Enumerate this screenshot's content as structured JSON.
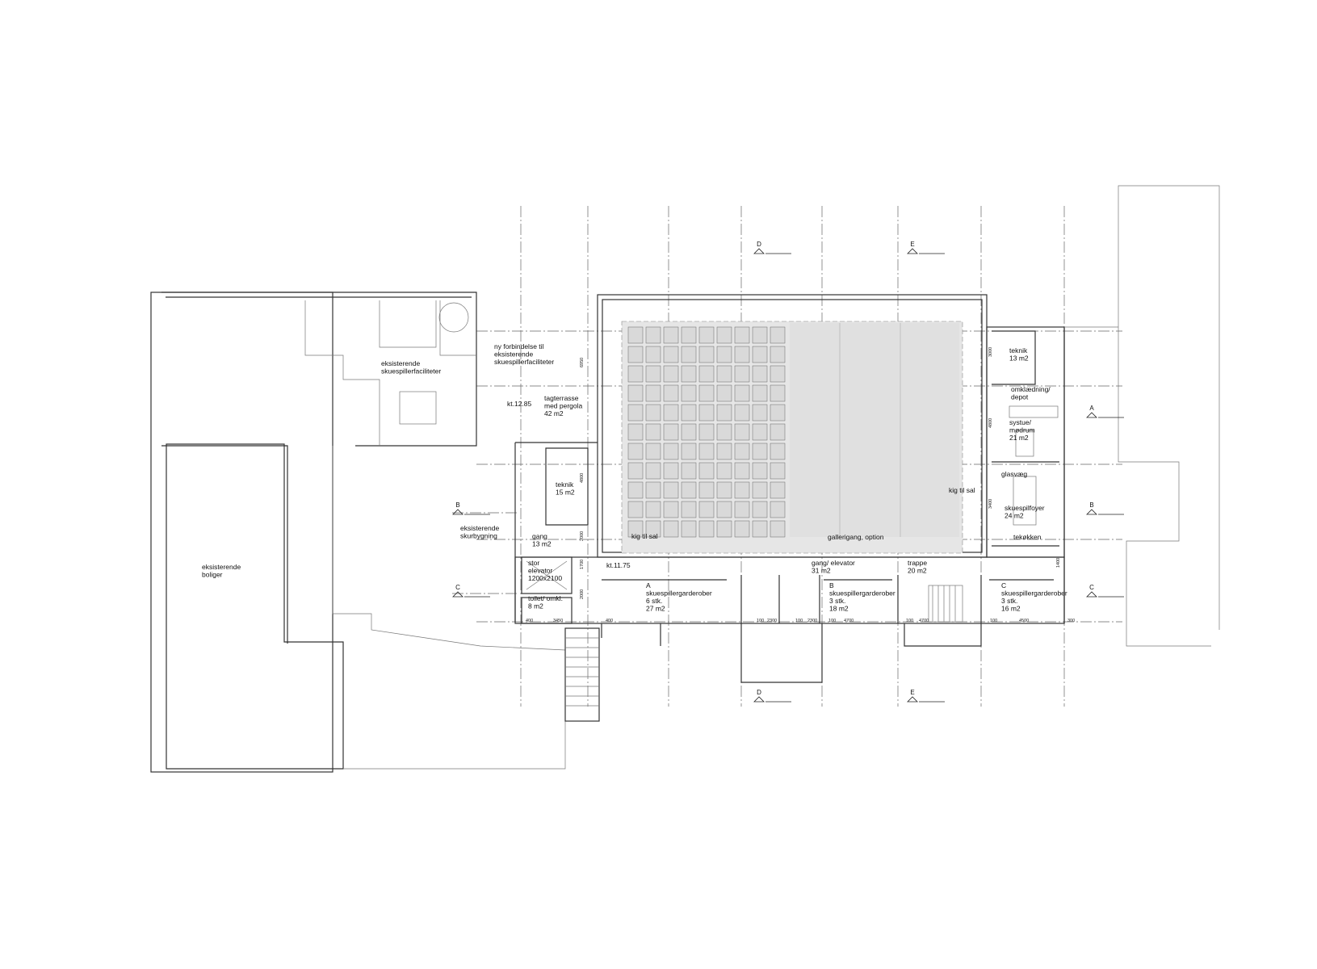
{
  "plan": {
    "colors": {
      "lines": "#333333",
      "seating_fill": "#d9d9d9",
      "stage_fill": "#e6e6e6"
    },
    "rooms": [
      {
        "id": "ny-forbindelse",
        "lines": [
          "ny forbindelse til",
          "eksisterende",
          "skuespillerfaciliteter"
        ]
      },
      {
        "id": "tagterrasse",
        "lines": [
          "tagterrasse",
          "med pergola",
          "42 m2"
        ]
      },
      {
        "id": "kote-1285",
        "lines": [
          "kt.12.85"
        ]
      },
      {
        "id": "eksisterende-skuespillerfaciliteter",
        "lines": [
          "eksisterende",
          "skuespillerfaciliteter"
        ]
      },
      {
        "id": "teknik-15",
        "lines": [
          "teknik",
          "15 m2"
        ]
      },
      {
        "id": "eksisterende-skurbygning",
        "lines": [
          "eksisterende",
          "skurbygning"
        ]
      },
      {
        "id": "gang-13",
        "lines": [
          "gang",
          "13 m2"
        ]
      },
      {
        "id": "stor-elevator",
        "lines": [
          "stor",
          "elevator",
          "1200x2100"
        ]
      },
      {
        "id": "toilet-omkl",
        "lines": [
          "toilet/ omkl.",
          "8 m2"
        ]
      },
      {
        "id": "kig-til-sal-1",
        "lines": [
          "kig til sal"
        ]
      },
      {
        "id": "kote-1175",
        "lines": [
          "kt.11.75"
        ]
      },
      {
        "id": "garderober-a",
        "lines": [
          "A",
          "skuespillergarderober",
          "6 stk.",
          "27 m2"
        ]
      },
      {
        "id": "gallerigang",
        "lines": [
          "gallerigang, option"
        ]
      },
      {
        "id": "kig-til-sal-2",
        "lines": [
          "kig til sal"
        ]
      },
      {
        "id": "gang-elevator",
        "lines": [
          "gang/ elevator",
          "31 m2"
        ]
      },
      {
        "id": "trappe",
        "lines": [
          "trappe",
          "20 m2"
        ]
      },
      {
        "id": "garderober-b",
        "lines": [
          "B",
          "skuespillergarderober",
          "3 stk.",
          "18 m2"
        ]
      },
      {
        "id": "garderober-c",
        "lines": [
          "C",
          "skuespillergarderober",
          "3 stk.",
          "16 m2"
        ]
      },
      {
        "id": "teknik-13",
        "lines": [
          "teknik",
          "13 m2"
        ]
      },
      {
        "id": "omklaedning-depot",
        "lines": [
          "omklædning/",
          "depot"
        ]
      },
      {
        "id": "systue-moederum",
        "lines": [
          "systue/",
          "mødrum",
          "21 m2"
        ]
      },
      {
        "id": "glasvaeg",
        "lines": [
          "glasvæg"
        ]
      },
      {
        "id": "skuespilfoyer",
        "lines": [
          "skuespilfoyer",
          "24 m2"
        ]
      },
      {
        "id": "tekoekken",
        "lines": [
          "tekøkken"
        ]
      },
      {
        "id": "eksisterende-boliger",
        "lines": [
          "eksisterende",
          "boliger"
        ]
      }
    ],
    "section_markers": [
      "D",
      "D",
      "E",
      "E",
      "A",
      "B",
      "B",
      "C",
      "C"
    ],
    "dimensions": [
      "6950",
      "4800",
      "3000",
      "4800",
      "3400",
      "1400",
      "2000",
      "1700",
      "2000",
      "400",
      "3450",
      "400",
      "100",
      "2300",
      "100",
      "2300",
      "100",
      "4700",
      "100",
      "4700",
      "100",
      "4500",
      "300"
    ]
  }
}
